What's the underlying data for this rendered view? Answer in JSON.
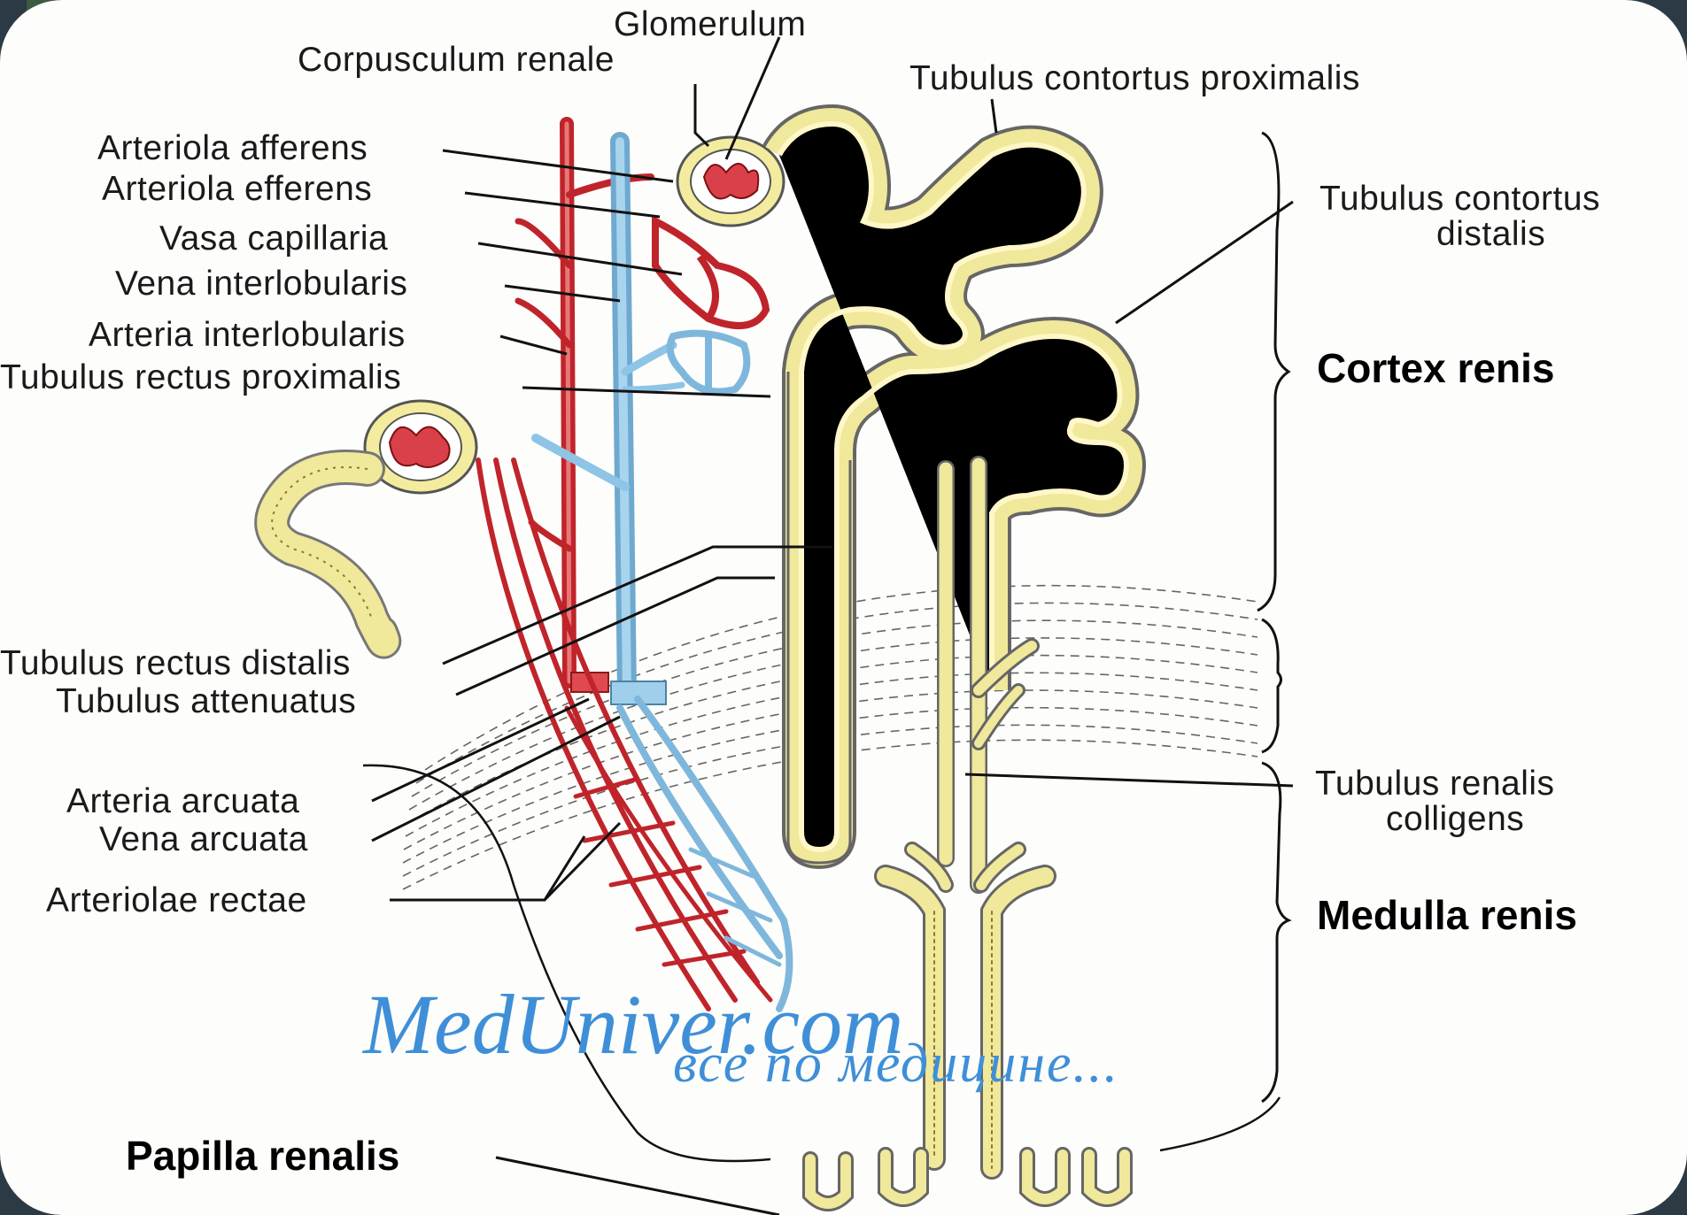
{
  "labels_left": {
    "glomerulum": "Glomerulum",
    "corpusculum_renale": "Corpusculum renale",
    "arteriola_afferens": "Arteriola afferens",
    "arteriola_efferens": "Arteriola efferens",
    "vasa_capillaria": "Vasa capillaria",
    "vena_interlobularis": "Vena interlobularis",
    "arteria_interlobularis": "Arteria interlobularis",
    "tubulus_rectus_proximalis": "Tubulus rectus proximalis",
    "tubulus_rectus_distalis": "Tubulus rectus distalis",
    "tubulus_attenuatus": "Tubulus attenuatus",
    "arteria_arcuata": "Arteria arcuata",
    "vena_arcuata": "Vena arcuata",
    "arteriolae_rectae": "Arteriolae rectae"
  },
  "labels_right": {
    "tubulus_contortus_proximalis": "Tubulus contortus proximalis",
    "tubulus_contortus_distalis_1": "Tubulus contortus",
    "tubulus_contortus_distalis_2": "distalis",
    "tubulus_renalis_colligens_1": "Tubulus renalis",
    "tubulus_renalis_colligens_2": "colligens"
  },
  "regions": {
    "cortex_renis": "Cortex renis",
    "medulla_renis": "Medulla renis",
    "papilla_renalis": "Papilla renalis"
  },
  "watermark": {
    "site": "MedUniver.com",
    "tagline": "все по медицине..."
  },
  "colors": {
    "artery": "#c0242b",
    "vein": "#8ec4e6",
    "tubule": "#f0e89a",
    "slide_background": "#2b3a44"
  }
}
